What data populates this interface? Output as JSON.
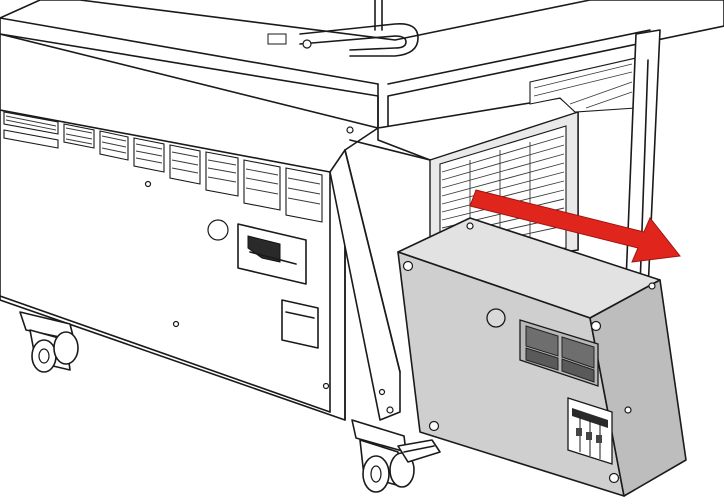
{
  "colors": {
    "arrow": "#e0261c",
    "box_face": "#cfcfcf",
    "box_side": "#bdbdbd",
    "box_top": "#e2e2e2",
    "button": "#6e6e6e",
    "line": "#1a1a1a"
  },
  "components": [
    {
      "name": "machine-body",
      "description_visible": false
    },
    {
      "name": "control-box",
      "description_visible": false
    },
    {
      "name": "removal-arrow",
      "description_visible": false
    },
    {
      "name": "caster-wheels",
      "description_visible": false
    }
  ]
}
